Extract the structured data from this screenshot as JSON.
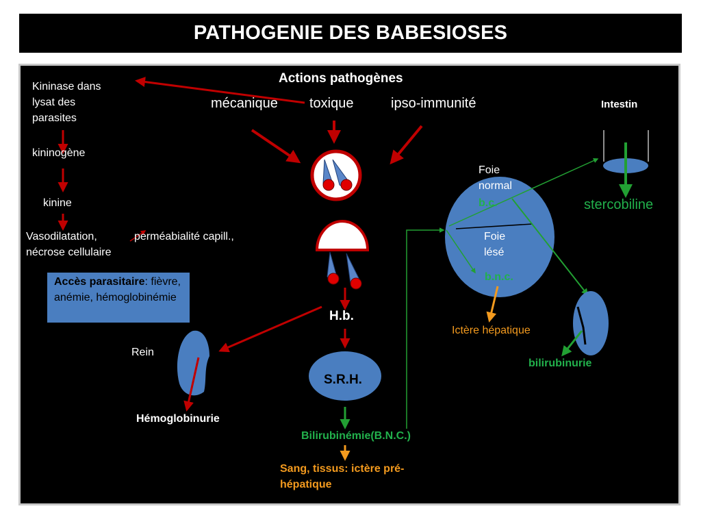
{
  "title": "PATHOGENIE DES BABESIOSES",
  "colors": {
    "panel_bg": "#000000",
    "arrow_red": "#c00000",
    "arrow_green": "#22a033",
    "arrow_orange": "#f39a1e",
    "organ_blue": "#4a7ec0",
    "text_green": "#22b14c",
    "text_orange": "#f39a1e"
  },
  "actions": {
    "heading": "Actions pathogènes",
    "mecanique": "mécanique",
    "toxique": "toxique",
    "ipso": "ipso-immunité"
  },
  "left_chain": {
    "kininase": "Kininase dans\nlysat des\nparasites",
    "kininogene": "kininogène",
    "kinine": "kinine",
    "vasodilatation": "Vasodilatation,\nnécrose cellulaire",
    "permeabilite": "perméabialité capill.,"
  },
  "acces": {
    "label": "Accès parasitaire",
    "text1": ": fièvre,",
    "text2": "anémie, hémoglobinémie"
  },
  "rein": "Rein",
  "hemoglobinurie": "Hémoglobinurie",
  "hb": "H.b.",
  "srh": "S.R.H.",
  "bilirubinemie": "Bilirubinémie(B.N.C.)",
  "sang": "Sang, tissus: ictère pré-\nhépatique",
  "foie_normal": "Foie\nnormal",
  "bc": "b.c.",
  "foie_lese": "Foie\nlésé",
  "bnc": "b.n.c.",
  "ictere_hepatique": "Ictère hépatique",
  "intestin": "Intestin",
  "stercobiline": "stercobiline",
  "bilirubinurie": "bilirubinurie"
}
